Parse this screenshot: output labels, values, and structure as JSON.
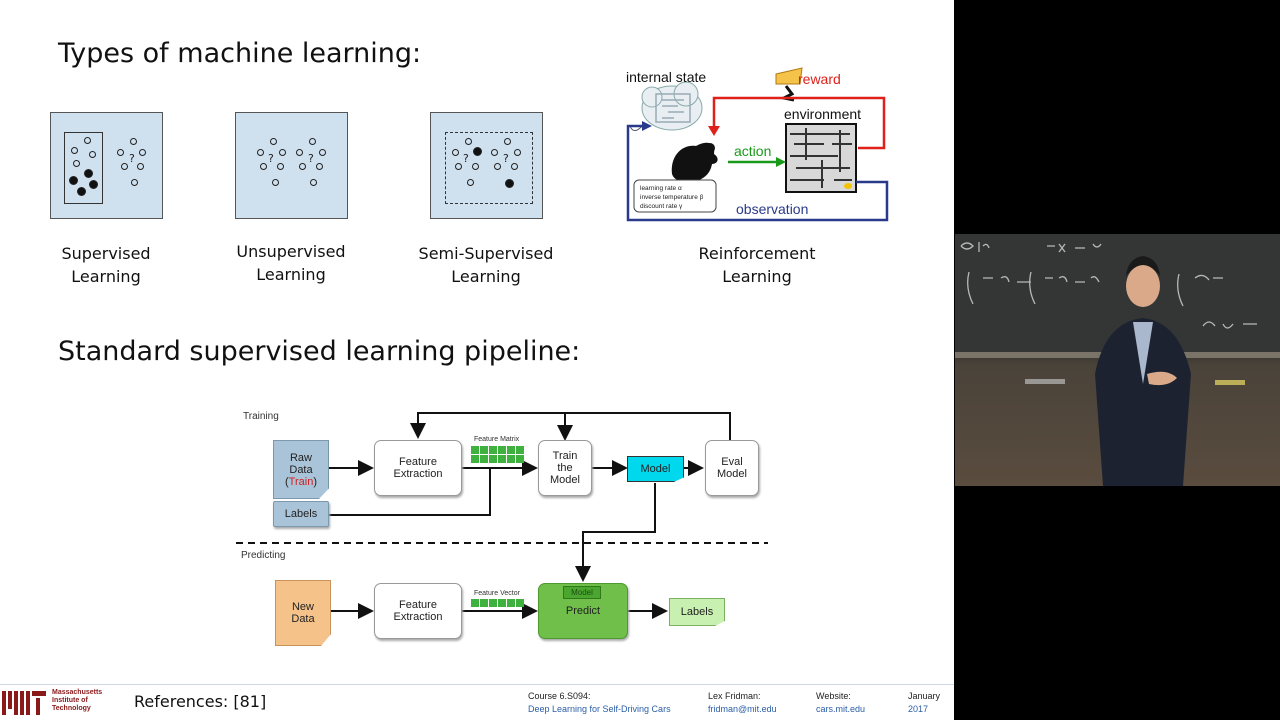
{
  "slide": {
    "title1": "Types of machine learning:",
    "types": [
      {
        "line1": "Supervised",
        "line2": "Learning"
      },
      {
        "line1": "Unsupervised",
        "line2": "Learning"
      },
      {
        "line1": "Semi-Supervised",
        "line2": "Learning"
      },
      {
        "line1": "Reinforcement",
        "line2": "Learning"
      }
    ],
    "qmark": "?",
    "rl": {
      "internal_state": "internal state",
      "reward": "reward",
      "environment": "environment",
      "action": "action",
      "observation": "observation",
      "params": [
        "learning rate α",
        "inverse temperature β",
        "discount rate γ"
      ]
    },
    "title2": "Standard supervised learning pipeline:",
    "pipeline": {
      "training_label": "Training",
      "predicting_label": "Predicting",
      "raw_data": [
        "Raw",
        "Data",
        "(",
        "Train",
        ")"
      ],
      "labels_box": "Labels",
      "feature_extraction": [
        "Feature",
        "Extraction"
      ],
      "feature_matrix": "Feature Matrix",
      "train_model": [
        "Train",
        "the",
        "Model"
      ],
      "model": "Model",
      "eval_model": [
        "Eval",
        "Model"
      ],
      "new_data": [
        "New",
        "Data"
      ],
      "feature_vector": "Feature Vector",
      "predict": "Predict",
      "predict_model_tag": "Model",
      "out_labels": "Labels"
    },
    "references": "References: [81]",
    "footer": {
      "mit": [
        "Massachusetts",
        "Institute of",
        "Technology"
      ],
      "course_label": "Course 6.S094:",
      "course_name": "Deep Learning for Self-Driving Cars",
      "author": "Lex Fridman:",
      "email": "fridman@mit.edu",
      "website_label": "Website:",
      "website": "cars.mit.edu",
      "month": "January",
      "year": "2017"
    }
  },
  "colors": {
    "box_fill": "#cfe0ef",
    "green": "#3fb13f",
    "model_cyan": "#00d8ee",
    "reward_red": "#e0201b",
    "action_green": "#1a9a1a",
    "observation_blue": "#2a3a8a"
  }
}
